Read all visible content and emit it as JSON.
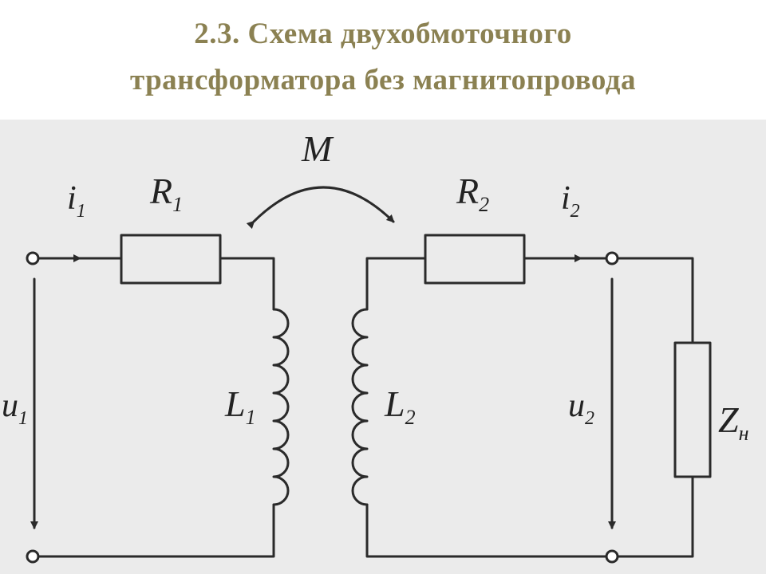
{
  "title": {
    "line1": "2.3. Схема двухобмоточного",
    "line2": "трансформатора без магнитопровода"
  },
  "diagram": {
    "labels": {
      "i1": "i",
      "i1_sub": "1",
      "R1": "R",
      "R1_sub": "1",
      "M": "M",
      "R2": "R",
      "R2_sub": "2",
      "i2": "i",
      "i2_sub": "2",
      "u1": "u",
      "u1_sub": "1",
      "L1": "L",
      "L1_sub": "1",
      "L2": "L",
      "L2_sub": "2",
      "u2": "u",
      "u2_sub": "2",
      "Zn": "Z",
      "Zn_sub": "н"
    },
    "colors": {
      "background": "#ebebeb",
      "ink": "#2a2a2a",
      "title": "#8b8152"
    }
  }
}
